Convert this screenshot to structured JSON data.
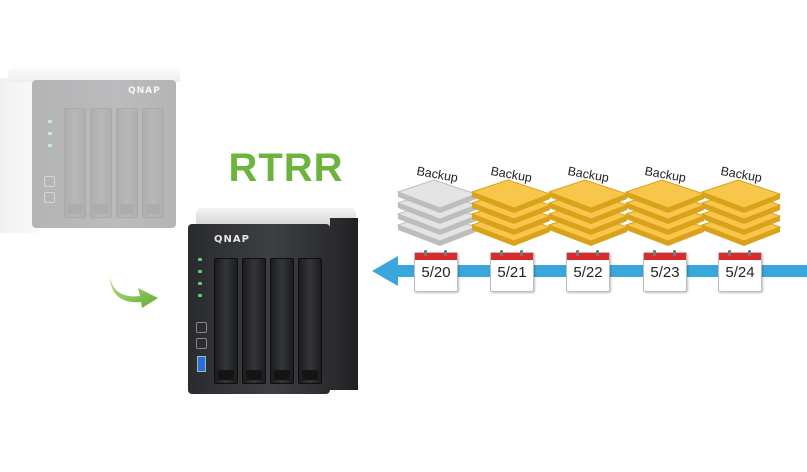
{
  "title": "RTRR",
  "devices": {
    "source_logo": "QNAP",
    "target_logo": "QNAP"
  },
  "backup_label": "Backup",
  "backups": [
    {
      "label": "Backup",
      "color": "#e4e4e4",
      "edge": "#bdbdbd"
    },
    {
      "label": "Backup",
      "color": "#f7c64a",
      "edge": "#d9a21a"
    },
    {
      "label": "Backup",
      "color": "#f7c64a",
      "edge": "#d9a21a"
    },
    {
      "label": "Backup",
      "color": "#f7c64a",
      "edge": "#d9a21a"
    },
    {
      "label": "Backup",
      "color": "#f7c64a",
      "edge": "#d9a21a"
    }
  ],
  "timeline": {
    "dates": [
      "5/20",
      "5/21",
      "5/22",
      "5/23",
      "5/24"
    ],
    "arrow_color": "#3aa7dc"
  },
  "icons": {
    "transfer_arrow": "curved-green-arrow-icon",
    "calendar": "calendar-icon"
  },
  "colors": {
    "accent_green": "#6db43c",
    "calendar_red": "#d92b2b"
  }
}
